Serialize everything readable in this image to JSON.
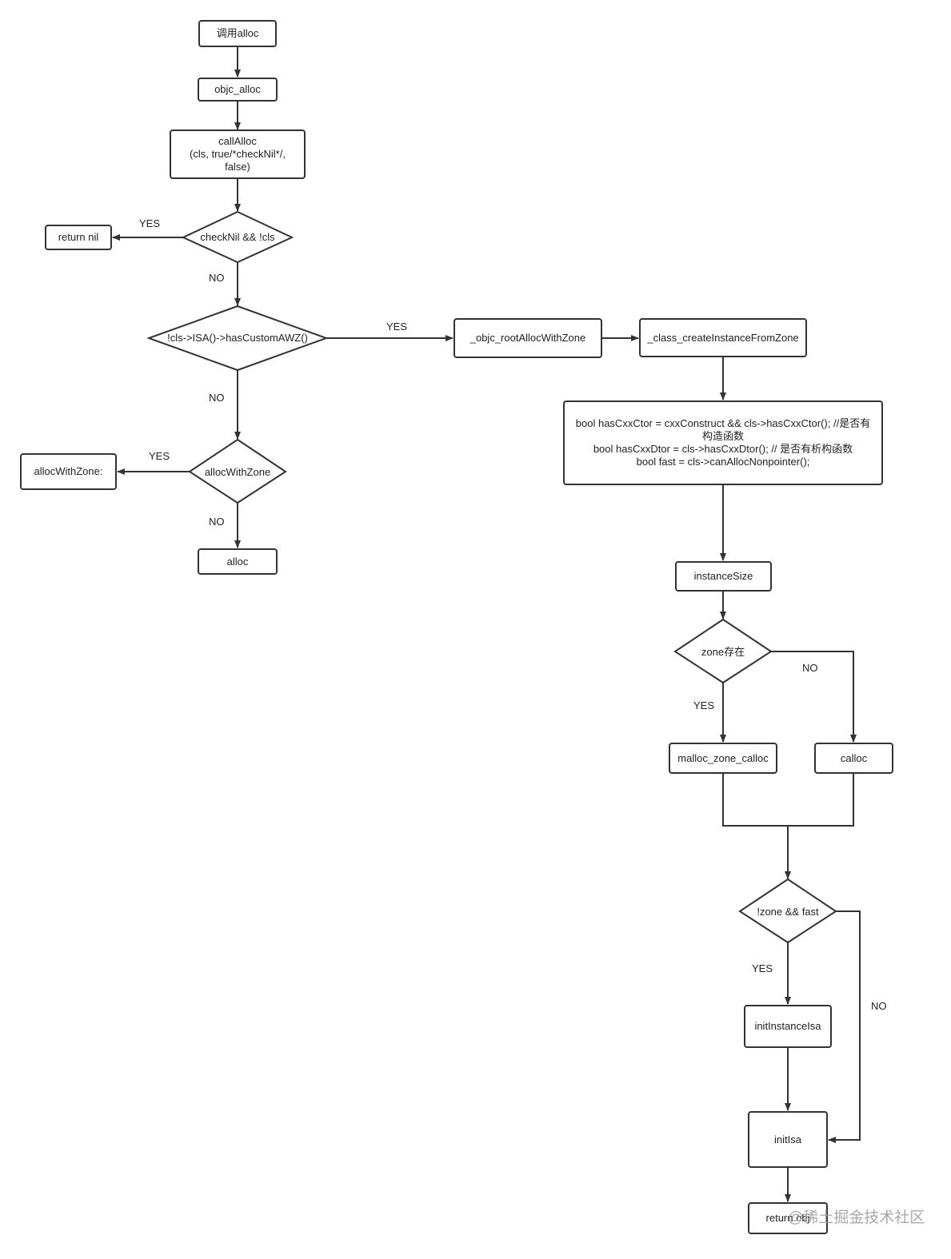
{
  "nodes": {
    "call_alloc": "调用alloc",
    "objc_alloc": "objc_alloc",
    "call_alloc_fn": "callAlloc\n(cls, true/*checkNil*/,\nfalse)",
    "return_nil": "return nil",
    "check_nil": "checkNil && !cls",
    "has_custom_awz": "!cls->ISA()->hasCustomAWZ()",
    "alloc_with_zone_decision": "allocWithZone",
    "alloc_with_zone": "allocWithZone:",
    "alloc": "alloc",
    "root_alloc_with_zone": "_objc_rootAllocWithZone",
    "create_instance_from_zone": "_class_createInstanceFromZone",
    "bool_block": "bool hasCxxCtor = cxxConstruct && cls->hasCxxCtor();  //是否有\n构造函数\nbool hasCxxDtor = cls->hasCxxDtor();    // 是否有析构函数\nbool fast = cls->canAllocNonpointer();",
    "instance_size": "instanceSize",
    "zone_exists": "zone存在",
    "malloc_zone_calloc": "malloc_zone_calloc",
    "calloc": "calloc",
    "zone_and_fast": "!zone && fast",
    "init_instance_isa": "initInstanceIsa",
    "init_isa": "initIsa",
    "return_obj": "return obj"
  },
  "labels": {
    "yes_return_nil": "YES",
    "no_after_check_nil": "NO",
    "yes_root_alloc": "YES",
    "no_after_awz": "NO",
    "yes_alloc_with_zone": "YES",
    "no_alloc": "NO",
    "no_calloc": "NO",
    "yes_malloc": "YES",
    "yes_init_instance_isa": "YES",
    "no_init_isa": "NO"
  },
  "watermark": "@稀土掘金技术社区",
  "colors": {
    "stroke": "#333333",
    "text": "#222222",
    "watermark": "#9a9a9a"
  }
}
